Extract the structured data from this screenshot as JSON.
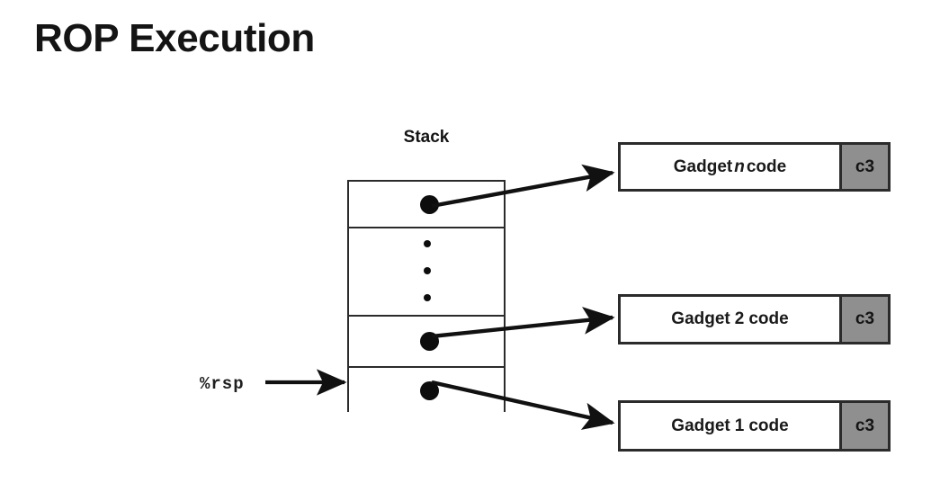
{
  "slide": {
    "title": "ROP Execution",
    "background_color": "#ffffff"
  },
  "stack": {
    "label": "Stack",
    "register_pointer": {
      "label": "%rsp",
      "points_to_cell": "stack-cell-rsp"
    },
    "cells": [
      {
        "id": "stack-cell-top",
        "content": "pointer-dot",
        "links_to": "Gadget n code"
      },
      {
        "id": "stack-cell-ellipsis",
        "content": "vertical-ellipsis",
        "dots": 3
      },
      {
        "id": "stack-cell-mid",
        "content": "pointer-dot",
        "links_to": "Gadget 2 code"
      },
      {
        "id": "stack-cell-rsp",
        "content": "pointer-dot",
        "links_to": "Gadget 1 code"
      }
    ]
  },
  "gadgets": [
    {
      "id": "gadget-box-n",
      "label_prefix": "Gadget",
      "label_index": "n",
      "label_suffix": "code",
      "ret_byte": "c3",
      "index_italic": true
    },
    {
      "id": "gadget-box-2",
      "label_prefix": "Gadget",
      "label_index": "2",
      "label_suffix": "code",
      "ret_byte": "c3",
      "index_italic": false
    },
    {
      "id": "gadget-box-1",
      "label_prefix": "Gadget",
      "label_index": "1",
      "label_suffix": "code",
      "ret_byte": "c3",
      "index_italic": false
    }
  ],
  "colors": {
    "stroke": "#2b2b2b",
    "ret_fill": "#8f8f8f",
    "dot": "#0d0d0d",
    "text": "#1a1a1a"
  }
}
